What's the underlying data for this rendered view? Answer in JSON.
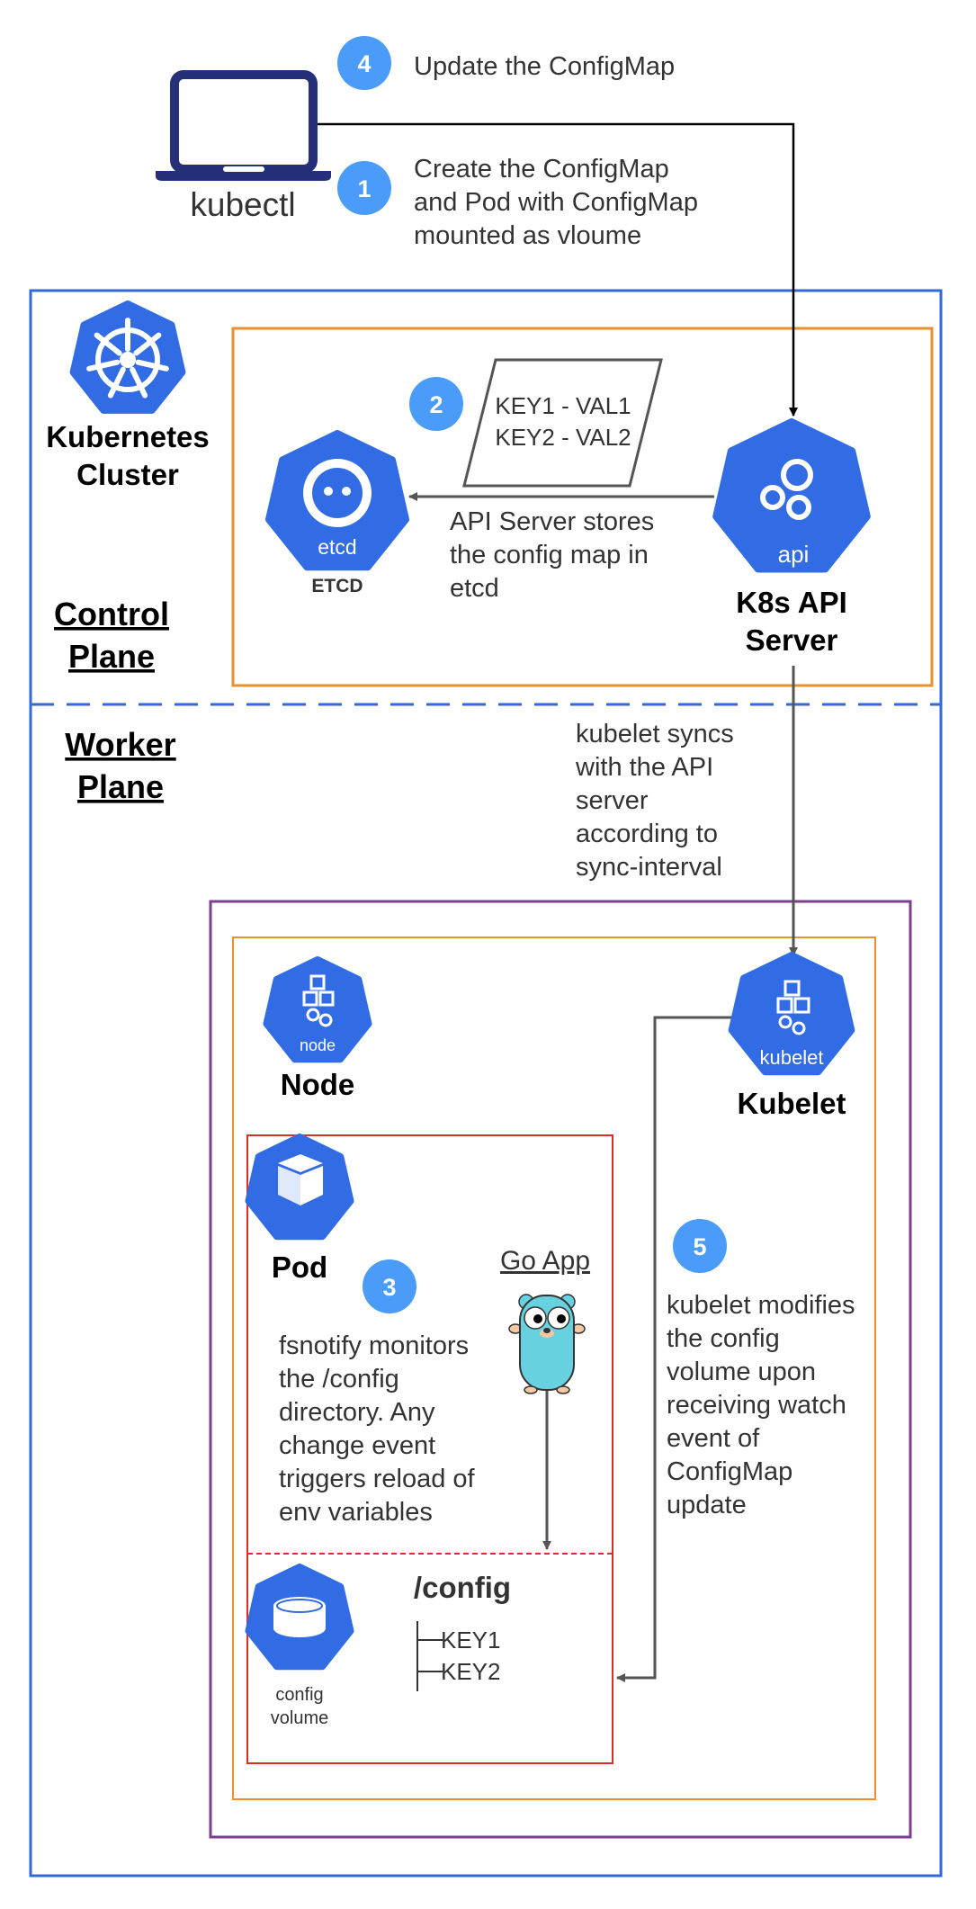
{
  "colors": {
    "k8s_blue": "#326CE5",
    "badge_blue": "#4A9CF8",
    "cluster_border": "#3369D6",
    "control_plane_border": "#E8912D",
    "worker_border": "#7B3F8C",
    "pod_border": "#D9302C",
    "arrow": "#555555",
    "laptop": "#252F7A"
  },
  "client": {
    "label": "kubectl",
    "icon": "laptop-icon"
  },
  "steps": [
    {
      "number": "1",
      "text": [
        "Create the ConfigMap",
        "and Pod with ConfigMap",
        "mounted as vloume"
      ]
    },
    {
      "number": "2",
      "text": [
        "API Server stores",
        "the config map in",
        "etcd"
      ]
    },
    {
      "number": "3",
      "text": [
        "fsnotify monitors",
        "the /config",
        "directory. Any",
        "change event",
        "triggers reload of",
        "env variables"
      ]
    },
    {
      "number": "4",
      "text": [
        "Update the ConfigMap"
      ]
    },
    {
      "number": "5",
      "text": [
        "kubelet modifies",
        "the config",
        "volume upon",
        "receiving watch",
        "event of",
        "ConfigMap",
        "update"
      ]
    }
  ],
  "cluster": {
    "label": [
      "Kubernetes",
      "Cluster"
    ],
    "icon": "kubernetes-helm-icon"
  },
  "control_plane": {
    "label": [
      "Control",
      "Plane"
    ]
  },
  "worker_plane": {
    "label": [
      "Worker",
      "Plane"
    ]
  },
  "configmap": {
    "lines": [
      "KEY1 - VAL1",
      "KEY2 - VAL2"
    ]
  },
  "etcd": {
    "icon_text": "etcd",
    "label": "ETCD"
  },
  "api_server": {
    "icon_text": "api",
    "label": [
      "K8s API",
      "Server"
    ]
  },
  "sync_note": [
    "kubelet syncs",
    "with the API",
    "server",
    "according to",
    "sync-interval"
  ],
  "node": {
    "icon_text": "node",
    "label": "Node"
  },
  "kubelet": {
    "icon_text": "kubelet",
    "label": "Kubelet"
  },
  "pod": {
    "label": "Pod"
  },
  "go_app": {
    "label": "Go App"
  },
  "config_dir": {
    "title": "/config",
    "entries": [
      "KEY1",
      "KEY2"
    ]
  },
  "config_volume": {
    "label": [
      "config",
      "volume"
    ]
  }
}
